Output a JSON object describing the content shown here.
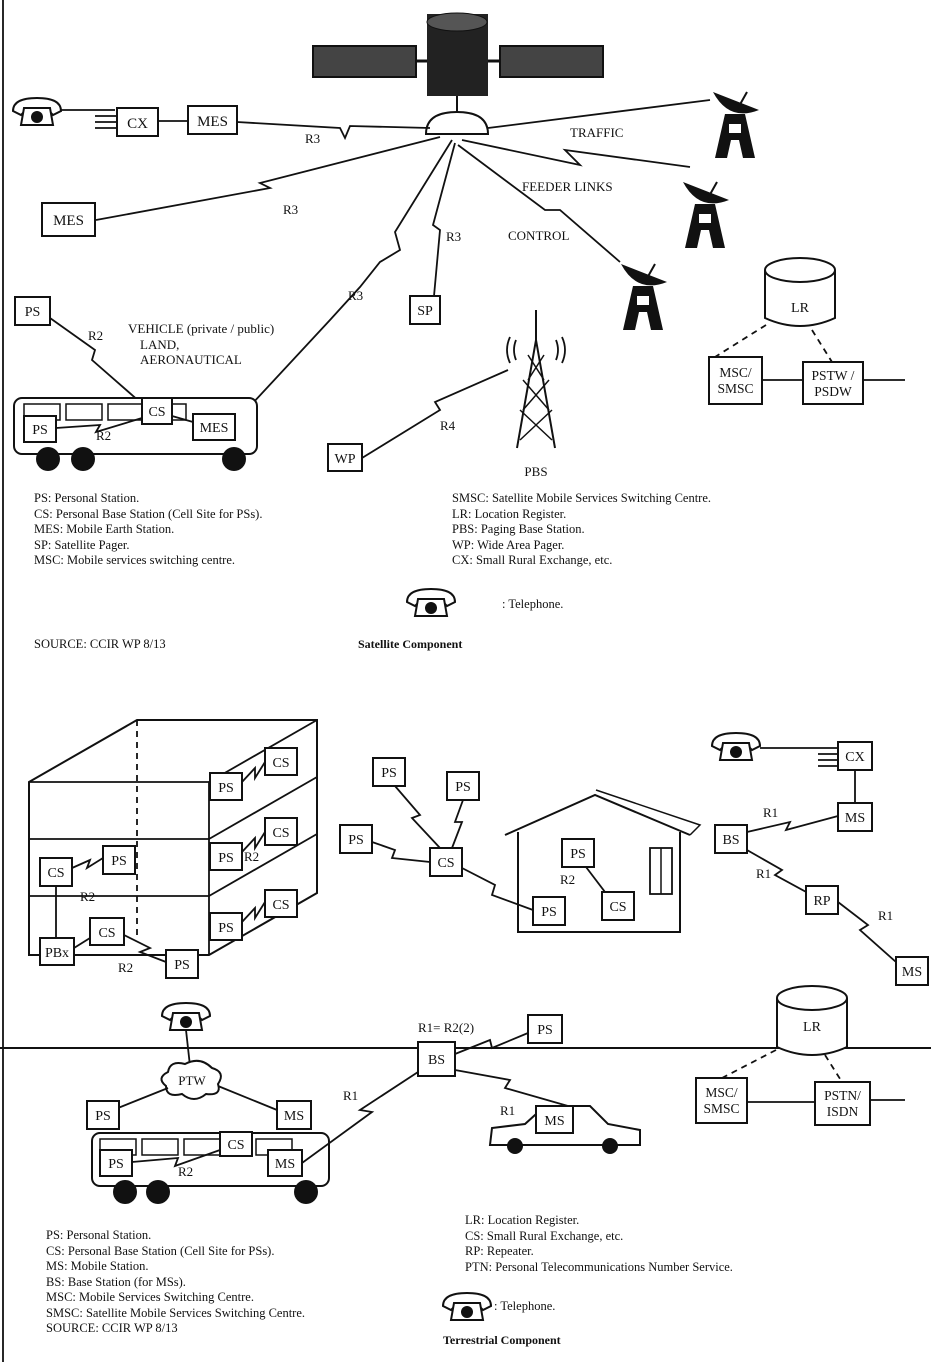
{
  "satellite": {
    "labels": {
      "cx": "CX",
      "mes_top": "MES",
      "mes_left": "MES",
      "sp": "SP",
      "ps": "PS",
      "cs": "CS",
      "ps_bus": "PS",
      "mes_bus": "MES",
      "wp": "WP",
      "pbs": "PBS",
      "lr": "LR",
      "msc": "MSC/\nSMSC",
      "pstw": "PSTW /\nPSDW",
      "r3": "R3",
      "r2": "R2",
      "r4": "R4",
      "traffic": "TRAFFIC",
      "feeder": "FEEDER LINKS",
      "control": "CONTROL",
      "vehicle": "VEHICLE (private / public)\nLAND,\nAERONAUTICAL"
    },
    "legend_left": [
      "PS: Personal Station.",
      "CS: Personal Base Station (Cell Site for PSs).",
      "MES: Mobile Earth Station.",
      "SP: Satellite Pager.",
      "MSC: Mobile services switching centre."
    ],
    "legend_right": [
      "SMSC: Satellite Mobile Services Switching Centre.",
      "LR: Location Register.",
      "PBS: Paging Base Station.",
      "WP: Wide Area Pager.",
      "CX: Small Rural Exchange, etc."
    ],
    "telephone_label": ": Telephone.",
    "source": "SOURCE: CCIR WP 8/13",
    "caption": "Satellite Component"
  },
  "terrestrial": {
    "labels": {
      "ps": "PS",
      "cs": "CS",
      "pbx": "PBx",
      "cx": "CX",
      "ms": "MS",
      "bs": "BS",
      "rp": "RP",
      "lr": "LR",
      "msc": "MSC/\nSMSC",
      "pstn": "PSTN/\nISDN",
      "ptw": "PTW",
      "r1": "R1",
      "r2": "R2",
      "r1r2": "R1= R2(2)"
    },
    "legend_left": [
      "PS: Personal Station.",
      "CS: Personal Base Station (Cell Site for PSs).",
      "MS: Mobile Station.",
      "BS: Base Station (for MSs).",
      "MSC: Mobile Services Switching Centre.",
      "SMSC: Satellite Mobile Services Switching Centre.",
      "SOURCE: CCIR WP 8/13"
    ],
    "legend_right": [
      "LR: Location Register.",
      "CS: Small Rural Exchange, etc.",
      "RP: Repeater.",
      "PTN: Personal Telecommunications Number Service."
    ],
    "telephone_label": ": Telephone.",
    "caption": "Terrestrial Component"
  }
}
